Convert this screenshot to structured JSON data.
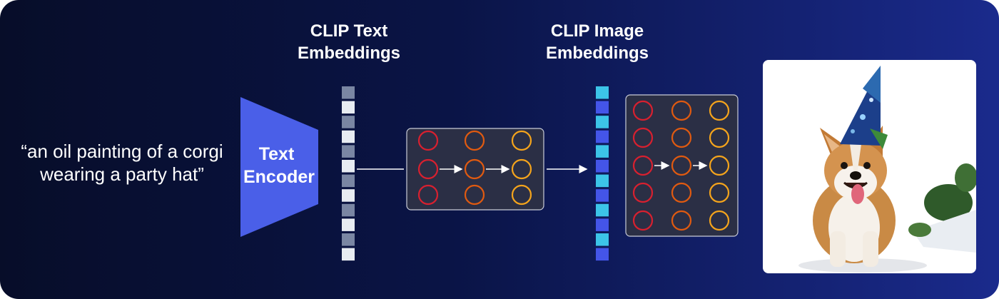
{
  "prompt": "“an oil painting of a corgi wearing a party hat”",
  "encoder": {
    "label": "Text Encoder",
    "color": "#4a5fe8"
  },
  "text_embeddings": {
    "title": "CLIP Text Embeddings",
    "colors": [
      "#7a86a3",
      "#e8ecf2"
    ]
  },
  "image_embeddings": {
    "title": "CLIP Image Embeddings",
    "colors": [
      "#3cc4e8",
      "#4455e8"
    ]
  },
  "prior_colors": [
    "#d8202f",
    "#e05a10",
    "#f4a41c"
  ],
  "output_image": {
    "subject": "corgi wearing a party hat"
  }
}
